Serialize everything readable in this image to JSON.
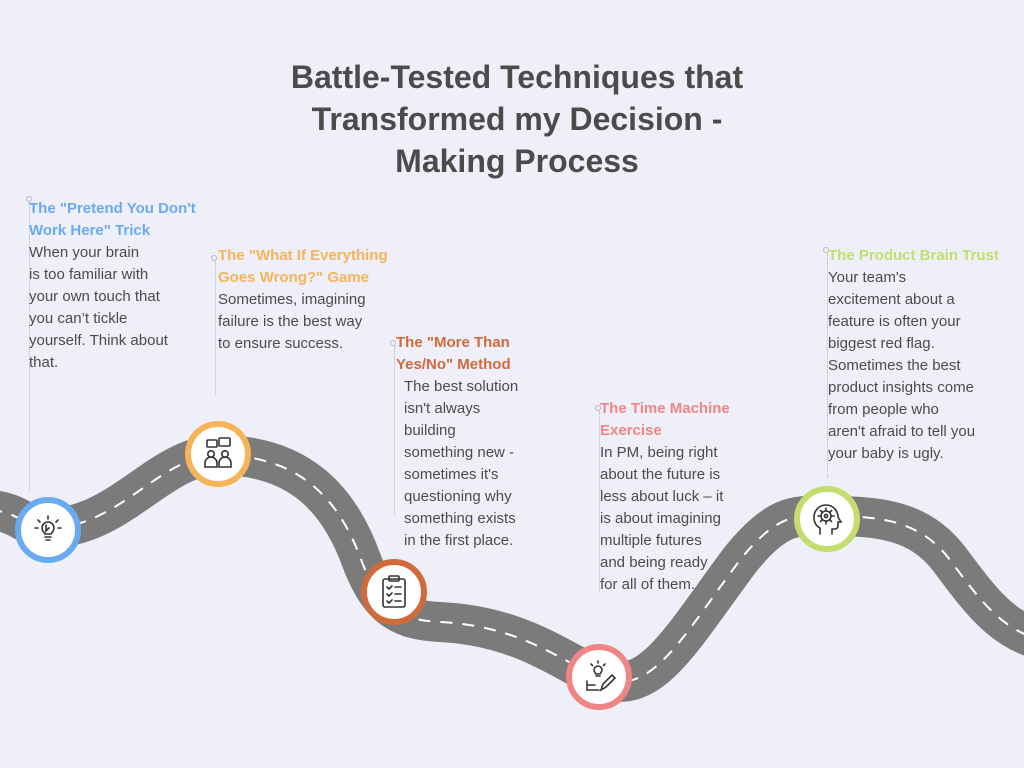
{
  "title_lines": [
    "Battle-Tested Techniques that",
    "Transformed my Decision -",
    "Making Process"
  ],
  "colors": {
    "background": "#efeffa",
    "road": "#7b7b7b",
    "road_marking": "#ffffff",
    "title": "#4b4b4b",
    "body_text": "#4b4b4b"
  },
  "techniques": [
    {
      "heading": [
        "The \"Pretend You Don't",
        "Work Here\" Trick"
      ],
      "text": [
        "When your brain",
        "is too familiar with",
        "your own touch that",
        "you can’t tickle",
        "yourself. Think about",
        "that."
      ],
      "color": "#6aabf0",
      "icon": "idea-bulb-icon"
    },
    {
      "heading": [
        "The \"What If Everything",
        "Goes Wrong?\" Game"
      ],
      "text": [
        "Sometimes, imagining",
        "failure is the best way",
        "to ensure success."
      ],
      "color": "#f6b458",
      "icon": "team-discussion-icon"
    },
    {
      "heading": [
        "The \"More Than",
        "Yes/No\" Method"
      ],
      "text": [
        "The best solution",
        "isn't always",
        "building",
        "something new -",
        "sometimes it's",
        "questioning why",
        "something exists",
        "in the first place."
      ],
      "color": "#cf6a3a",
      "icon": "checklist-icon"
    },
    {
      "heading": [
        "The Time Machine",
        "Exercise"
      ],
      "text": [
        "In PM, being right",
        "about the future is",
        "less about luck – it",
        "is about imagining",
        "multiple futures",
        "and being ready",
        "for all of them."
      ],
      "color": "#f08585",
      "icon": "idea-pencil-icon"
    },
    {
      "heading": [
        "The Product Brain Trust"
      ],
      "text": [
        "Your team's",
        "excitement about a",
        "feature is often your",
        "biggest red flag.",
        "Sometimes the best",
        "product insights come",
        "from people who",
        "aren't afraid to tell you",
        "your baby is ugly."
      ],
      "color": "#c5dd6c",
      "icon": "brain-head-icon"
    }
  ]
}
